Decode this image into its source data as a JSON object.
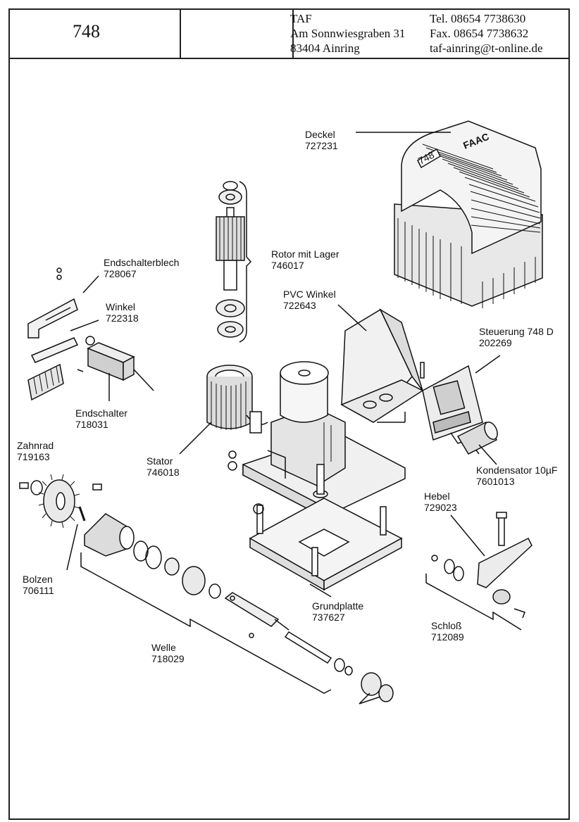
{
  "header": {
    "model_number": "748",
    "company": "TAF",
    "street": "Am Sonnwiesgraben 31",
    "city": "83404 Ainring",
    "phone": "Tel.   08654 7738630",
    "fax": "Fax.  08654 7738632",
    "email": "taf-ainring@t-online.de"
  },
  "cover_markings": {
    "model": "748",
    "brand": "FAAC"
  },
  "parts": [
    {
      "name": "Deckel",
      "number": "727231"
    },
    {
      "name": "Rotor mit Lager",
      "number": "746017"
    },
    {
      "name": "Endschalterblech",
      "number": "728067"
    },
    {
      "name": "Winkel",
      "number": "722318"
    },
    {
      "name": "PVC Winkel",
      "number": "722643"
    },
    {
      "name": "Steuerung 748 D",
      "number": "202269"
    },
    {
      "name": "Endschalter",
      "number": "718031"
    },
    {
      "name": "Zahnrad",
      "number": "719163"
    },
    {
      "name": "Stator",
      "number": "746018"
    },
    {
      "name": "Kondensator 10µF",
      "number": "7601013"
    },
    {
      "name": "Hebel",
      "number": "729023"
    },
    {
      "name": "Bolzen",
      "number": "706111"
    },
    {
      "name": "Grundplatte",
      "number": "737627"
    },
    {
      "name": "Schloß",
      "number": "712089"
    },
    {
      "name": "Welle",
      "number": "718029"
    }
  ]
}
